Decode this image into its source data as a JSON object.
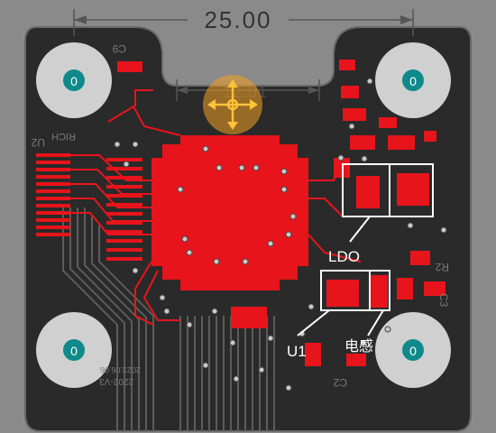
{
  "dimensions": {
    "top_width": "25.00",
    "inner_width": "12.01"
  },
  "silkscreen": {
    "c9": "C9",
    "c2": "C2",
    "c3": "C3",
    "r2": "R2",
    "u2_mirror": "U2",
    "mcu_left": "RICH",
    "board_name": "2202-V3",
    "board_rev": "2023.06.06"
  },
  "mounting_holes": [
    {
      "label": "0"
    },
    {
      "label": "0"
    },
    {
      "label": "0"
    },
    {
      "label": "0"
    }
  ],
  "annotations": {
    "ldo": "LDO",
    "u1": "U1",
    "inductor": "电感"
  },
  "colors": {
    "background": "#8a8a8a",
    "board": "#2a2a2a",
    "copper": "#e8141b",
    "mounting_hole": "#d0d0d0",
    "via_center": "#0e8a8a",
    "highlight_box": "#ffffff",
    "origin_marker": "#f0a020"
  }
}
